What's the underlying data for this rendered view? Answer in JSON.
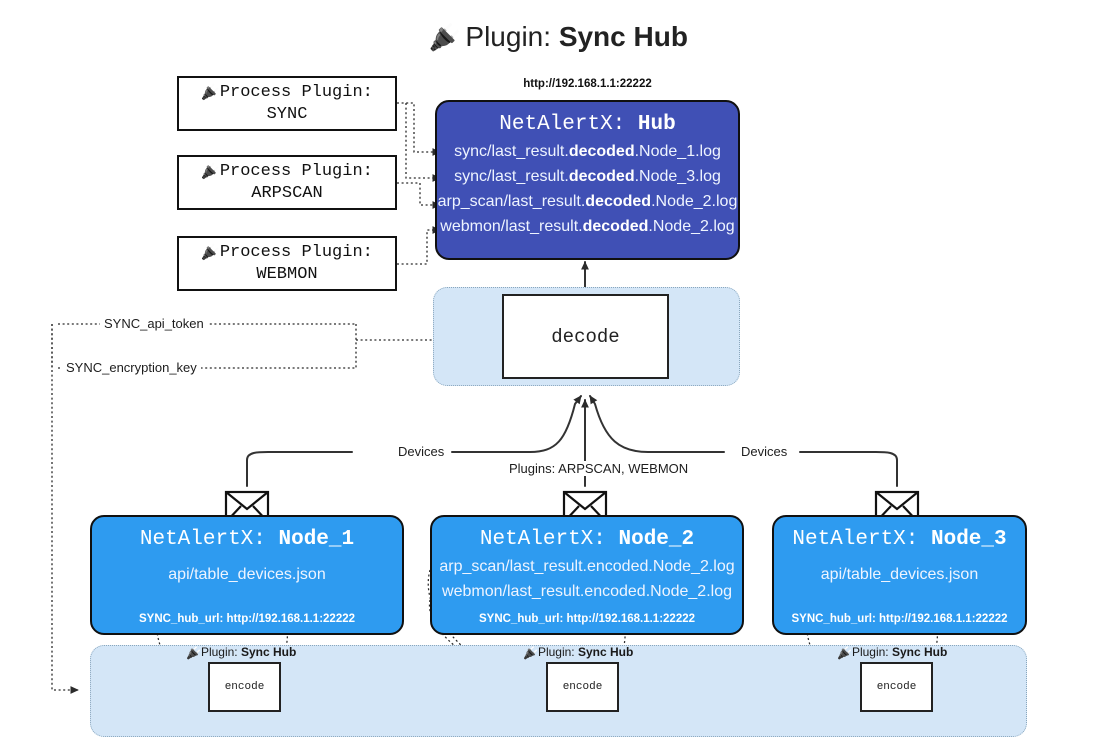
{
  "page": {
    "title_prefix": "Plugin:",
    "title_name": "Sync Hub",
    "plug_icon": "plug-icon"
  },
  "colors": {
    "hub_fill": "#4050b5",
    "node_fill": "#2e9bf0",
    "cluster_fill": "#d4e6f7",
    "cluster_border": "#8aa7bd",
    "edge": "#333333",
    "text_dark": "#1a1a1a"
  },
  "process_plugins": [
    {
      "title": "Process Plugin:",
      "name": "SYNC"
    },
    {
      "title": "Process Plugin:",
      "name": "ARPSCAN"
    },
    {
      "title": "Process Plugin:",
      "name": "WEBMON"
    }
  ],
  "hub": {
    "url_caption": "http://192.168.1.1:22222",
    "app": "NetAlertX:",
    "name": "Hub",
    "logs": [
      {
        "pre": "sync/last_result.",
        "mid": "decoded",
        "post": ".Node_1.log"
      },
      {
        "pre": "sync/last_result.",
        "mid": "decoded",
        "post": ".Node_3.log"
      },
      {
        "pre": "arp_scan/last_result.",
        "mid": "decoded",
        "post": ".Node_2.log"
      },
      {
        "pre": "webmon/last_result.",
        "mid": "decoded",
        "post": ".Node_2.log"
      }
    ]
  },
  "decode": {
    "label": "decode"
  },
  "secrets": [
    {
      "label": "SYNC_api_token"
    },
    {
      "label": "SYNC_encryption_key"
    }
  ],
  "edge_labels": {
    "left_devices": "Devices",
    "center_plugins": "Plugins: ARPSCAN, WEBMON",
    "right_devices": "Devices"
  },
  "nodes": [
    {
      "app": "NetAlertX:",
      "name": "Node_1",
      "lines": [
        "api/table_devices.json"
      ],
      "footer": "SYNC_hub_url: http://192.168.1.1:22222"
    },
    {
      "app": "NetAlertX:",
      "name": "Node_2",
      "lines": [
        "arp_scan/last_result.encoded.Node_2.log",
        "webmon/last_result.encoded.Node_2.log"
      ],
      "footer": "SYNC_hub_url: http://192.168.1.1:22222"
    },
    {
      "app": "NetAlertX:",
      "name": "Node_3",
      "lines": [
        "api/table_devices.json"
      ],
      "footer": "SYNC_hub_url: http://192.168.1.1:22222"
    }
  ],
  "encoders": [
    {
      "caption_prefix": "Plugin:",
      "caption_name": "Sync Hub",
      "label": "encode"
    },
    {
      "caption_prefix": "Plugin:",
      "caption_name": "Sync Hub",
      "label": "encode"
    },
    {
      "caption_prefix": "Plugin:",
      "caption_name": "Sync Hub",
      "label": "encode"
    }
  ]
}
